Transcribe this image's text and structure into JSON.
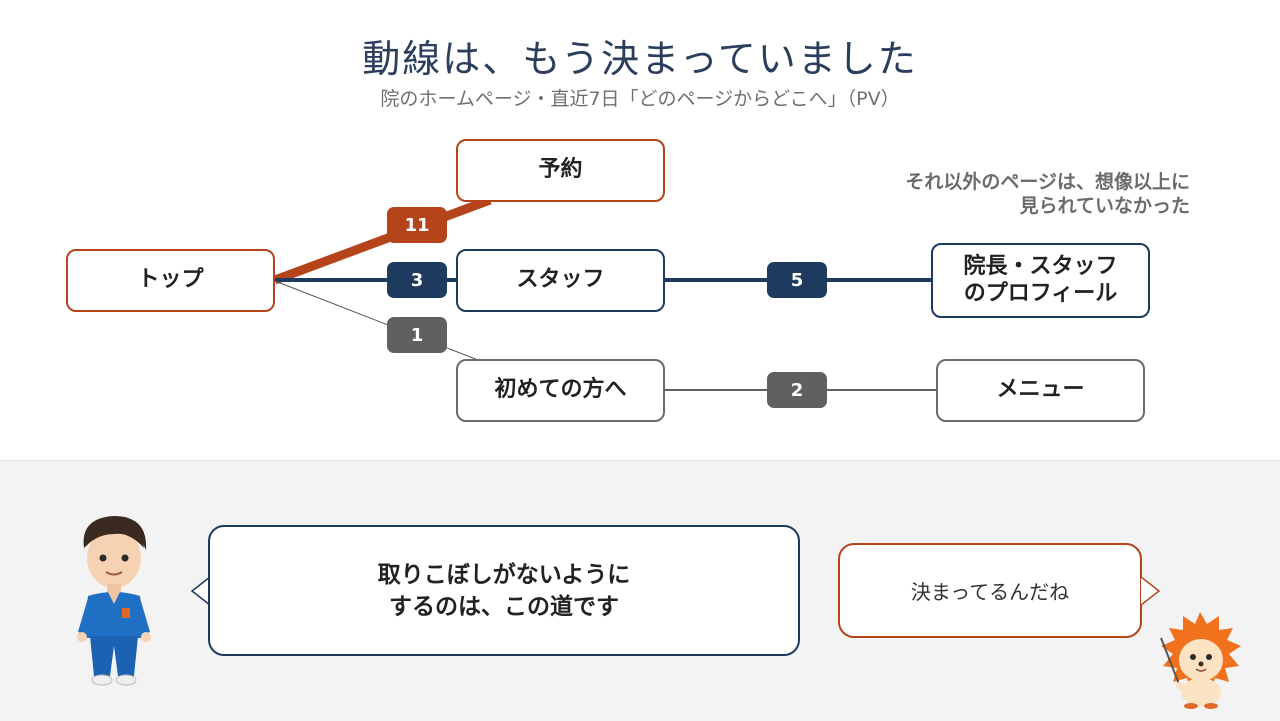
{
  "title": "動線は、もう決まっていました",
  "subtitle": "院のホームページ・直近7日「どのページからどこへ」（PV）",
  "nodes": {
    "top": "トップ",
    "reserve": "予約",
    "staff": "スタッフ",
    "profile_line1": "院長・スタッフ",
    "profile_line2": "のプロフィール",
    "first": "初めての方へ",
    "menu": "メニュー"
  },
  "flows": {
    "top_to_reserve": "11",
    "top_to_staff": "3",
    "top_to_first": "1",
    "staff_to_profile": "5",
    "first_to_menu": "2"
  },
  "note": {
    "line1": "それ以外のページは、想像以上に",
    "line2": "見られていなかった"
  },
  "speech": {
    "main_line1": "取りこぼしがないように",
    "main_line2": "するのは、この道です",
    "side": "決まってるんだね"
  },
  "colors": {
    "orange": "#b5441b",
    "navy": "#1e3a5f",
    "gray": "#606060",
    "title": "#2b3e5c"
  }
}
